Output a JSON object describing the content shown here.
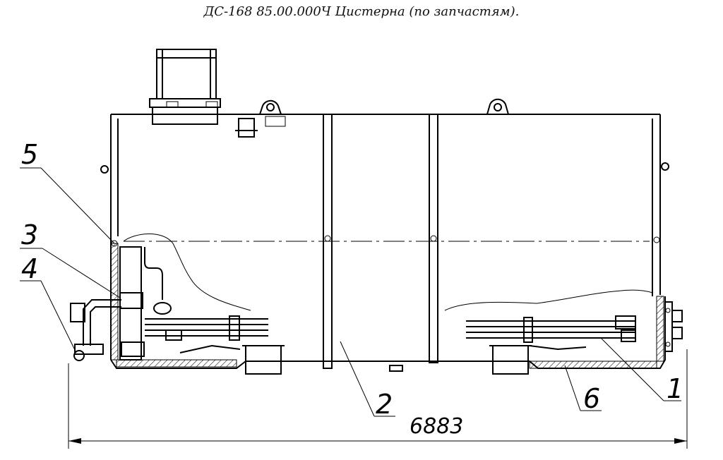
{
  "title": "ДС-168 85.00.000Ч  Цистерна (по запчастям).",
  "callouts": {
    "c1": "1",
    "c2": "2",
    "c3": "3",
    "c4": "4",
    "c5": "5",
    "c6": "6"
  },
  "dimension": "6883"
}
